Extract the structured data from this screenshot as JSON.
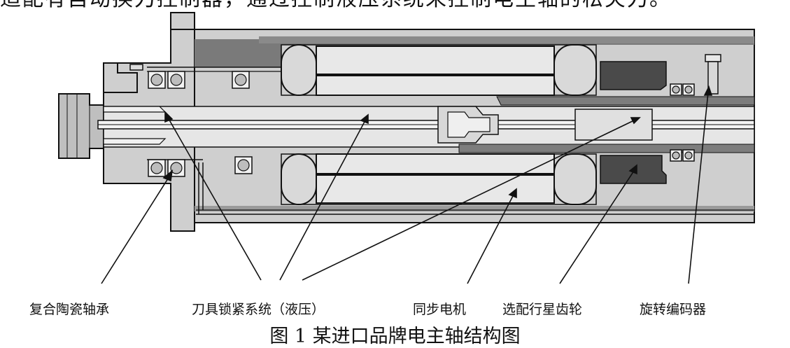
{
  "top_text": "适配有自动换刀控制器，通过控制液压系统来控制电主轴的松夹刀。",
  "labels": {
    "bearing": "复合陶瓷轴承",
    "tool_clamp": "刀具锁紧系统（液压）",
    "motor": "同步电机",
    "gear": "选配行星齿轮",
    "encoder": "旋转编码器"
  },
  "caption": "图 1  某进口品牌电主轴结构图"
}
